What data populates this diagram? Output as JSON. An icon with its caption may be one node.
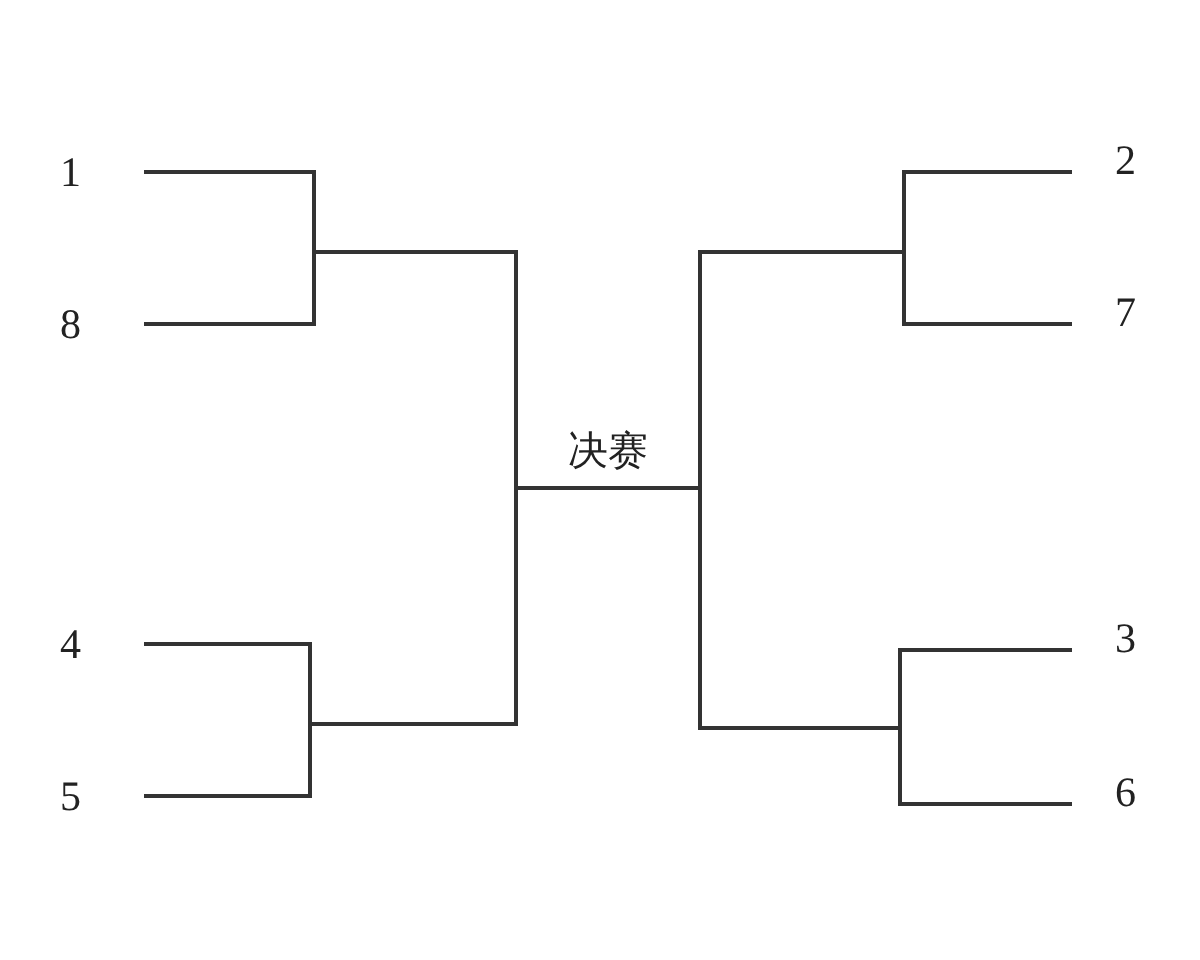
{
  "diagram": {
    "nodes": [
      {
        "text": [
          "1"
        ]
      },
      {
        "text": [
          "8"
        ]
      },
      {
        "text": [
          "4"
        ]
      },
      {
        "text": [
          "5"
        ]
      },
      {
        "text": [
          "决赛"
        ]
      },
      {
        "text": [
          "2"
        ]
      },
      {
        "text": [
          "7"
        ]
      },
      {
        "text": [
          "3"
        ]
      },
      {
        "text": [
          "6"
        ]
      }
    ],
    "edges": [
      {
        "from": 0,
        "to": 4,
        "arrow": "none"
      },
      {
        "from": 1,
        "to": 4,
        "arrow": "none"
      },
      {
        "from": 2,
        "to": 4,
        "arrow": "none"
      },
      {
        "from": 3,
        "to": 4,
        "arrow": "none"
      },
      {
        "from": 5,
        "to": 4,
        "arrow": "none"
      },
      {
        "from": 6,
        "to": 4,
        "arrow": "none"
      },
      {
        "from": 7,
        "to": 4,
        "arrow": "none"
      },
      {
        "from": 8,
        "to": 4,
        "arrow": "none"
      }
    ]
  }
}
